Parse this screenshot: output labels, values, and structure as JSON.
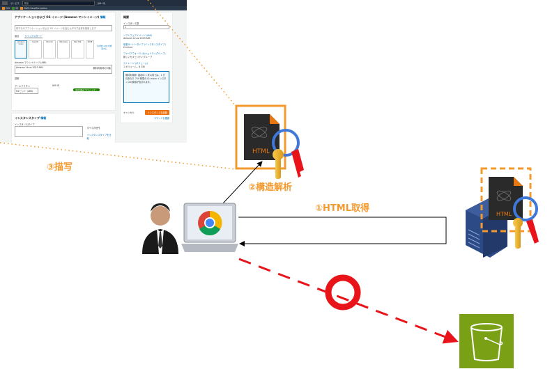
{
  "console": {
    "nav_services": "サービス",
    "nav_search": "検索",
    "nav_shortcut": "[Alt+S]",
    "favorites": [
      "EC2",
      "S3",
      "AWS CloudFormation"
    ],
    "ami_section_title": "アプリケーションおよび OS イメージ (Amazon マシンイメージ)",
    "info_label": "情報",
    "ami_search_placeholder": "何千ものアプリケーションおよび OS イメージを含むカタログ全体を検索します",
    "tabs": [
      "最近",
      "クイックスタート"
    ],
    "os_tiles": [
      "Amazon Linux",
      "macOS",
      "Ubuntu",
      "Windows",
      "Red Hat",
      "SUSE"
    ],
    "browse_more": "その他の AMI を閲覧する",
    "ami_label": "Amazon マシンイメージ (AMI)",
    "ami_value": "Amazon Linux 2023 AMI",
    "free_tier": "無料利用枠の対象",
    "description_label": "説明",
    "architecture_label": "アーキテクチャ",
    "architecture_value": "64 ビット (x86)",
    "ami_id_label": "AMI ID",
    "verified": "検証済みプロバイダー",
    "instance_type_title": "インスタンスタイプ",
    "instance_type_label": "インスタンスタイプ",
    "compare_label": "すべての世代",
    "compare_link": "インスタンスタイプを比較",
    "summary_title": "概要",
    "instance_count_label": "インスタンス数",
    "instance_count_value": "1",
    "summary_links": [
      "ソフトウェアイメージ (AMI)",
      "仮想サーバータイプ (インスタンスタイプ)",
      "ファイアウォール (セキュリティグループ)",
      "ストレージ (ボリューム)"
    ],
    "summary_values": [
      "Amazon Linux 2023 AMI",
      "t2.micro",
      "新しいセキュリティグループ",
      "1 ボリューム - 8 GiB"
    ],
    "free_tier_note": "無料利用枠: 最初の 1 年以内では、1 か月あたり 750 時間の t2.micro インスタンスの使用が含まれます。",
    "cancel_button": "キャンセル",
    "launch_button": "インスタンスを起動",
    "review_link": "コマンドを確認"
  },
  "labels": {
    "step1": "①HTML取得",
    "step2": "②構造解析",
    "step3": "③描写"
  },
  "icons": {
    "html_file": "HTML",
    "server_html_file": "HTML"
  },
  "colors": {
    "accent_orange": "#f39a2e",
    "prohibited_red": "#e8141a",
    "bucket_green": "#7aa116",
    "server_blue": "#2c4a85"
  }
}
